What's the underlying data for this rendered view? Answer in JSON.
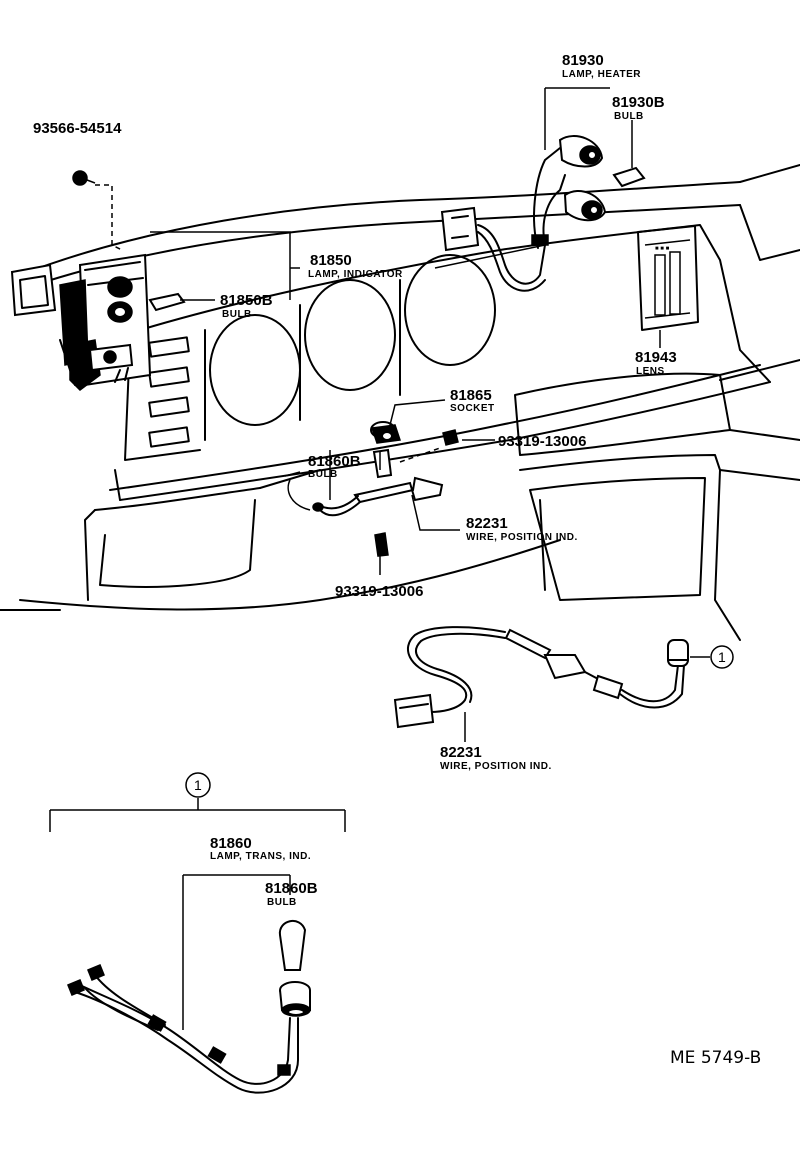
{
  "diagram_ref": "ME 5749-B",
  "callout_mark": "1",
  "parts": {
    "p93566": {
      "number": "93566-54514"
    },
    "p81930": {
      "number": "81930",
      "name": "LAMP, HEATER"
    },
    "p81930B": {
      "number": "81930B",
      "name": "BULB"
    },
    "p81850": {
      "number": "81850",
      "name": "LAMP, INDICATOR"
    },
    "p81850B": {
      "number": "81850B",
      "name": "BULB"
    },
    "p81943": {
      "number": "81943",
      "name": "LENS"
    },
    "p81865": {
      "number": "81865",
      "name": "SOCKET"
    },
    "p93319a": {
      "number": "93319-13006"
    },
    "p81860Ba": {
      "number": "81860B",
      "name": "BULB"
    },
    "p82231a": {
      "number": "82231",
      "name": "WIRE, POSITION IND."
    },
    "p93319b": {
      "number": "93319-13006"
    },
    "p82231b": {
      "number": "82231",
      "name": "WIRE, POSITION IND."
    },
    "p81860": {
      "number": "81860",
      "name": "LAMP, TRANS, IND."
    },
    "p81860Bb": {
      "number": "81860B",
      "name": "BULB"
    }
  }
}
